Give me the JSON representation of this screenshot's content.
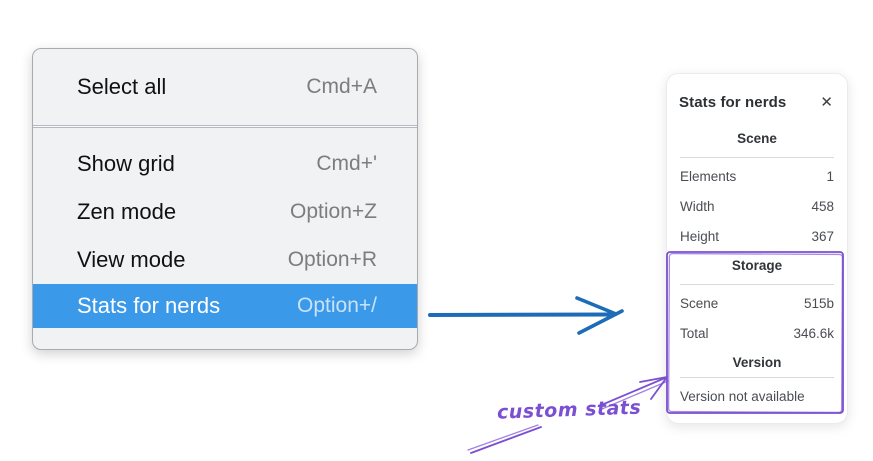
{
  "colors": {
    "menu_highlight": "#3b99ea",
    "arrow_blue": "#1d6cb8",
    "annotation_purple": "#7b4fd1"
  },
  "context_menu": {
    "items": [
      {
        "label": "Select all",
        "shortcut": "Cmd+A"
      },
      {
        "label": "Show grid",
        "shortcut": "Cmd+'"
      },
      {
        "label": "Zen mode",
        "shortcut": "Option+Z"
      },
      {
        "label": "View mode",
        "shortcut": "Option+R"
      },
      {
        "label": "Stats for nerds",
        "shortcut": "Option+/"
      }
    ]
  },
  "stats_panel": {
    "title": "Stats for nerds",
    "close_icon": "✕",
    "scene_section": {
      "header": "Scene",
      "rows": [
        {
          "label": "Elements",
          "value": "1"
        },
        {
          "label": "Width",
          "value": "458"
        },
        {
          "label": "Height",
          "value": "367"
        }
      ]
    },
    "storage_section": {
      "header": "Storage",
      "rows": [
        {
          "label": "Scene",
          "value": "515b"
        },
        {
          "label": "Total",
          "value": "346.6k"
        }
      ]
    },
    "version_section": {
      "header": "Version",
      "note": "Version not available"
    }
  },
  "annotation": {
    "label": "custom stats"
  }
}
